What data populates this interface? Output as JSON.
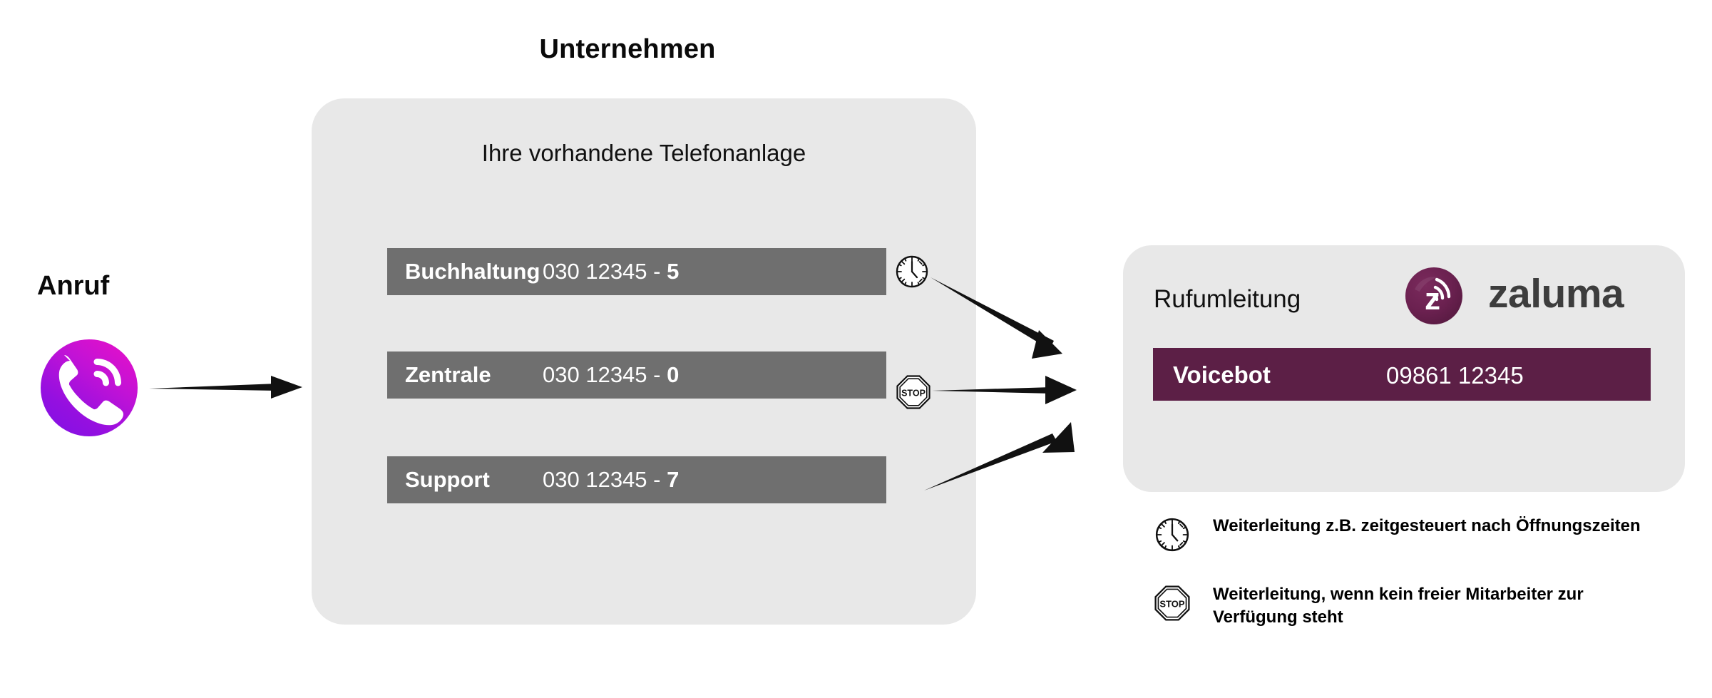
{
  "title": "Unternehmen",
  "left": {
    "call_label": "Anruf",
    "phone_icon": "phone-call-icon"
  },
  "pbx": {
    "subtitle": "Ihre vorhandene Telefonanlage",
    "departments": [
      {
        "name": "Buchhaltung",
        "number_prefix": "030 12345 - ",
        "extension": "5",
        "icon": "clock-icon"
      },
      {
        "name": "Zentrale",
        "number_prefix": "030 12345 - ",
        "extension": "0",
        "icon": "stop-icon"
      },
      {
        "name": "Support",
        "number_prefix": "030 12345 - ",
        "extension": "7",
        "icon": ""
      }
    ]
  },
  "zaluma": {
    "forward_label": "Rufumleitung",
    "brand": "zaluma",
    "logo_icon": "zaluma-z-signal-icon",
    "voicebot": {
      "name": "Voicebot",
      "number": "09861 12345"
    }
  },
  "legend": [
    {
      "icon": "clock-icon",
      "text": "Weiterleitung z.B. zeitgesteuert nach Öffnungszeiten"
    },
    {
      "icon": "stop-icon",
      "text": "Weiterleitung, wenn kein freier Mitarbeiter zur Verfügung steht"
    }
  ],
  "colors": {
    "panel_gray": "#e8e8e8",
    "bar_gray": "#6f6f6f",
    "brand_purple": "#5c1f46",
    "logo_purple": "#6b2150",
    "wordmark_gray": "#3d3d3d",
    "phone_gradient_from": "#7f10e6",
    "phone_gradient_to": "#ec10c6",
    "background": "#ffffff"
  }
}
